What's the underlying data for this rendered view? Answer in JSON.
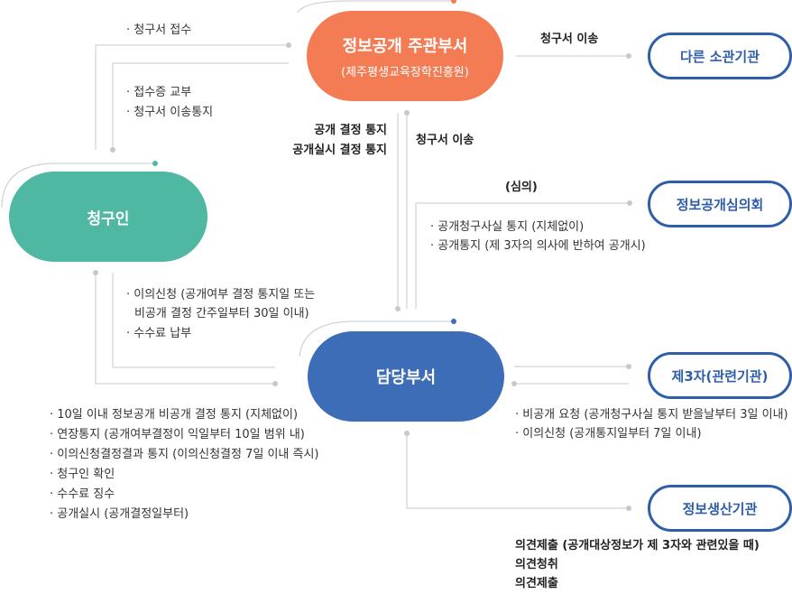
{
  "nodes": {
    "main": {
      "title": "정보공개 주관부서",
      "subtitle": "(제주평생교육장학진흥원)",
      "color": "#f47c55"
    },
    "requester": {
      "title": "청구인",
      "color": "#4fb8a3"
    },
    "dept": {
      "title": "담당부서",
      "color": "#3d6db7"
    },
    "other_agency": {
      "title": "다른 소관기관"
    },
    "committee": {
      "title": "정보공개심의회"
    },
    "third_party": {
      "title": "제3자(관련기관)"
    },
    "producer": {
      "title": "정보생산기관"
    }
  },
  "labels": {
    "req_to_main": [
      "청구서 접수"
    ],
    "main_to_req": [
      "접수증 교부",
      "청구서 이송통지"
    ],
    "main_to_other": "청구서 이송",
    "decision_notice": [
      "공개 결정 통지",
      "공개실시 결정 통지"
    ],
    "transfer_to_dept": "청구서 이송",
    "deliberation": "(심의)",
    "committee_notes": [
      "공개청구사실 통지 (지체없이)",
      "공개통지 (제 3자의 의사에 반하여 공개시)"
    ],
    "req_to_dept": [
      "이의신청 (공개여부 결정 통지일 또는",
      "비공개 결정 간주일부터 30일 이내)",
      "수수료 납부"
    ],
    "dept_to_req": [
      "10일 이내 정보공개 비공개 결정 통지 (지체없이)",
      "연장통지 (공개여부결정이 익일부터 10일 범위 내)",
      "이의신청결정결과 통지 (이의신청결정 7일 이내 즉시)",
      "청구인 확인",
      "수수료 징수",
      "공개실시 (공개결정일부터)"
    ],
    "third_party_notes": [
      "비공개 요청 (공개청구사실 통지 받을날부터 3일 이내)",
      "이의신청 (공개통지일부터 7일 이내)"
    ],
    "producer_notes": [
      "의견제출 (공개대상정보가 제 3자와 관련있을 때)",
      "의견청취",
      "의견제출"
    ]
  }
}
